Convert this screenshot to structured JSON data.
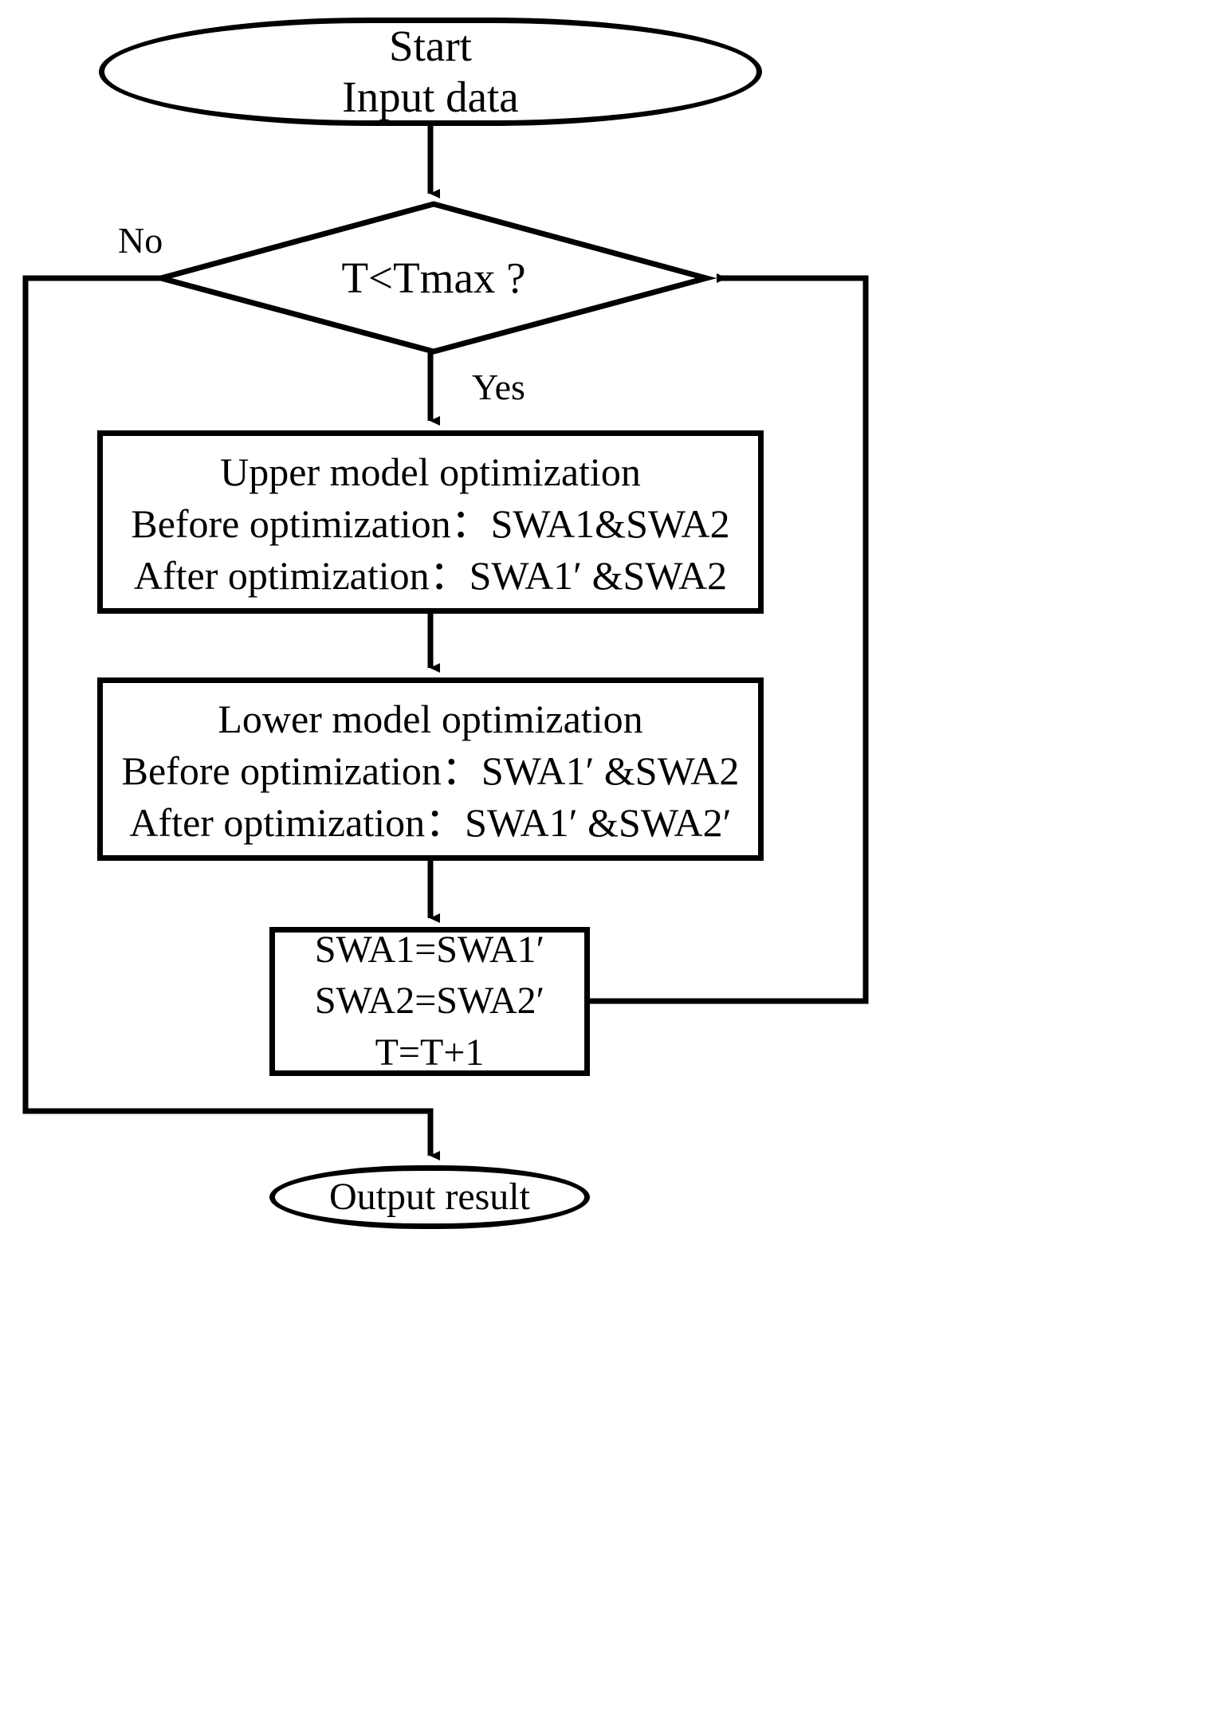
{
  "diagram": {
    "title": "Bi-level optimization iteration flowchart",
    "type": "flowchart",
    "background_color": "#ffffff",
    "stroke_color": "#000000",
    "nodes": {
      "start": {
        "shape": "terminator",
        "lines": [
          "Start",
          "Input data"
        ]
      },
      "decision": {
        "shape": "diamond",
        "text": "T<Tmax ?"
      },
      "upper": {
        "shape": "process",
        "lines": [
          "Upper model optimization",
          "Before optimization：SWA1&SWA2",
          "After optimization：SWA1′ &SWA2"
        ]
      },
      "lower": {
        "shape": "process",
        "lines": [
          "Lower model optimization",
          "Before optimization：SWA1′ &SWA2",
          "After optimization：SWA1′ &SWA2′"
        ]
      },
      "update": {
        "shape": "process",
        "lines": [
          "SWA1=SWA1′",
          "SWA2=SWA2′",
          "T=T+1"
        ]
      },
      "output": {
        "shape": "terminator",
        "lines": [
          "Output result"
        ]
      }
    },
    "edge_labels": {
      "no": "No",
      "yes": "Yes"
    }
  }
}
